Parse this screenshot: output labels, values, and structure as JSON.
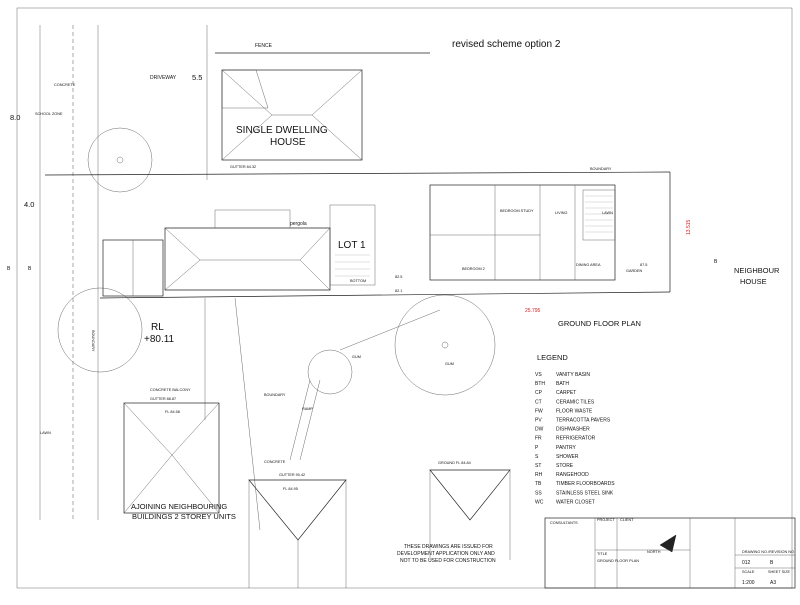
{
  "sheet": {
    "title": "revised scheme option 2",
    "subtitle": "GROUND FLOOR PLAN"
  },
  "labels": {
    "fence": "FENCE",
    "driveway": "DRIVEWAY",
    "concrete_top": "CONCRETE",
    "school_zone": "SCHOOL ZONE",
    "single_dwelling": "SINGLE DWELLING",
    "house": "HOUSE",
    "gutter_top": "GUTTER 84.32",
    "boundary_top": "BOUNDARY",
    "lot": "LOT 1",
    "pergola": "pergola",
    "bedroom_study": "BEDROOM STUDY",
    "living": "LIVING",
    "lawn": "LAWN",
    "bedroom_2": "BEDROOM 2",
    "dining_area": "DINING AREA",
    "garden": "GARDEN",
    "neighbour": "NEIGHBOUR",
    "neighbour_house": "HOUSE",
    "bottom": "BOTTOM",
    "rl_label": "RL",
    "rl_value": "+80.11",
    "boundary_left": "BOUNDARY",
    "boundary_mid": "BOUNDARY",
    "red_a": "25.795",
    "red_b": "13.515",
    "gum_a": "GUM",
    "gum_b": "GUM",
    "concrete_balcony": "CONCRETE BALCONY",
    "gutter_balcony": "GUTTER 88.87",
    "fl_left": "FL 84.58",
    "concrete_mid": "CONCRETE",
    "ramp": "RAMP",
    "gutter_mid": "GUTTER 90.42",
    "fl_mid": "FL 84.95",
    "ground_fl": "GROUND FL 84.84",
    "lawn_left": "LAWN",
    "ajoining_1": "AJOINING NEIGHBOURING",
    "ajoining_2": "BUILDINGS 2 STOREY UNITS",
    "dims": {
      "d55": "5.5",
      "d80": "8.0",
      "d40": "4.0",
      "d875": "87.5",
      "d825": "82.5",
      "d821": "82.1"
    },
    "section_b": "B",
    "north": "NORTH"
  },
  "legend": {
    "title": "LEGEND",
    "items": [
      {
        "code": "VS",
        "desc": "VANITY BASIN"
      },
      {
        "code": "BTH",
        "desc": "BATH"
      },
      {
        "code": "CP",
        "desc": "CARPET"
      },
      {
        "code": "CT",
        "desc": "CERAMIC TILES"
      },
      {
        "code": "FW",
        "desc": "FLOOR WASTE"
      },
      {
        "code": "PV",
        "desc": "TERRACOTTA PAVERS"
      },
      {
        "code": "DW",
        "desc": "DISHWASHER"
      },
      {
        "code": "FR",
        "desc": "REFRIGERATOR"
      },
      {
        "code": "P",
        "desc": "PANTRY"
      },
      {
        "code": "S",
        "desc": "SHOWER"
      },
      {
        "code": "ST",
        "desc": "STORE"
      },
      {
        "code": "RH",
        "desc": "RANGEHOOD"
      },
      {
        "code": "TB",
        "desc": "TIMBER FLOORBOARDS"
      },
      {
        "code": "SS",
        "desc": "STAINLESS STEEL SINK"
      },
      {
        "code": "WC",
        "desc": "WATER CLOSET"
      }
    ]
  },
  "notice": {
    "line1": "THESE DRAWINGS ARE ISSUED FOR",
    "line2": "DEVELOPMENT APPLICATION ONLY AND",
    "line3": "NOT TO BE USED FOR CONSTRUCTION"
  },
  "title_block": {
    "consultants": "CONSULTANTS",
    "project": "PROJECT",
    "client": "CLIENT",
    "title": "TITLE",
    "title_value": "GROUND FLOOR PLAN",
    "drawing_no": "DRAWING NO./REVISION NO",
    "sheet_no": "012",
    "revision": "B",
    "scale_label": "SCALE",
    "scale": "1:200",
    "sheet_size_label": "SHEET SIZE",
    "sheet_size": "A3"
  },
  "colors": {
    "ink": "#222222",
    "red_dim": "#d22020",
    "hatch": "#999999"
  }
}
